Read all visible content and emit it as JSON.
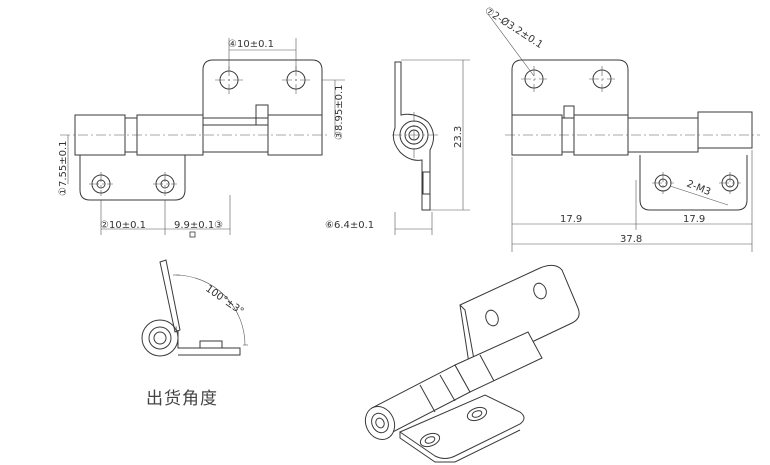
{
  "front_view": {
    "dim_top": "④10±0.1",
    "dim_right": "③8.95±0.1",
    "dim_left": "①7.55±0.1",
    "dim_bottom_left": "②10±0.1",
    "dim_bottom_mid": "9.9±0.1③"
  },
  "side_view": {
    "dim_height": "23.3",
    "dim_width": "⑥6.4±0.1"
  },
  "rear_view": {
    "dim_hole_top": "⑦2-Ø3.2±0.1",
    "dim_hole_bottom": "2-M3",
    "dim_left_width": "17.9",
    "dim_right_width": "17.9",
    "dim_total": "37.8"
  },
  "angle_view": {
    "dim_angle": "100°±3°",
    "caption": "出货角度"
  }
}
